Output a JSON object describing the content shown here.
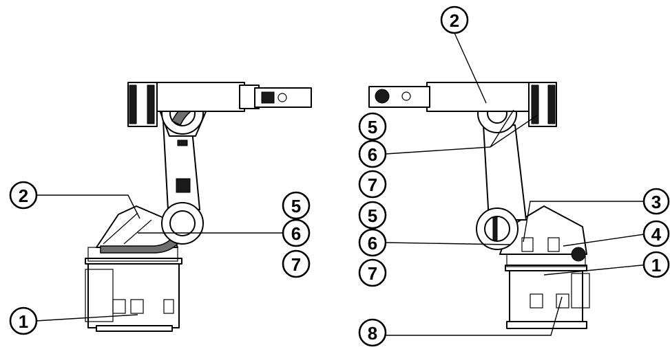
{
  "left_view": {
    "callouts": [
      "2",
      "1",
      "5",
      "6",
      "7"
    ]
  },
  "right_view": {
    "callouts": [
      "2",
      "5",
      "6",
      "7",
      "5",
      "6",
      "7",
      "3",
      "4",
      "1",
      "8"
    ]
  }
}
